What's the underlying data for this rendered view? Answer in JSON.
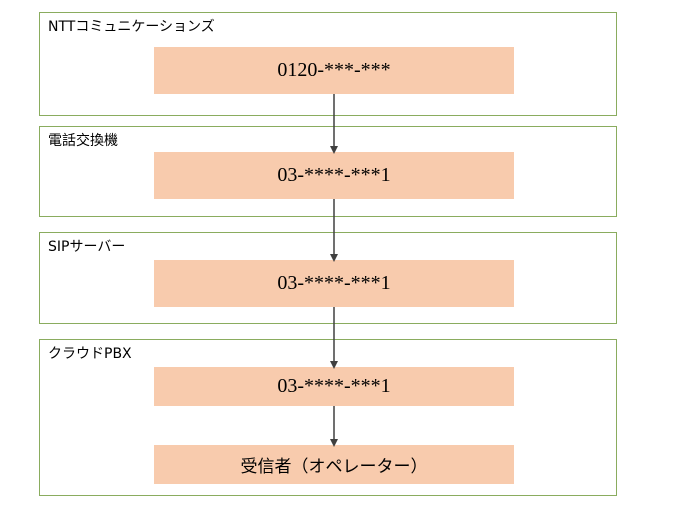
{
  "colors": {
    "panel_border": "#8aac5e",
    "node_fill": "#f8cbad",
    "arrow": "#404040"
  },
  "panels": [
    {
      "label": "NTTコミュニケーションズ"
    },
    {
      "label": "電話交換機"
    },
    {
      "label": "SIPサーバー"
    },
    {
      "label": "クラウドPBX"
    }
  ],
  "nodes": [
    {
      "text": "0120-***-***"
    },
    {
      "text": "03-****-***1"
    },
    {
      "text": "03-****-***1"
    },
    {
      "text": "03-****-***1"
    },
    {
      "text": "受信者（オペレーター）"
    }
  ]
}
